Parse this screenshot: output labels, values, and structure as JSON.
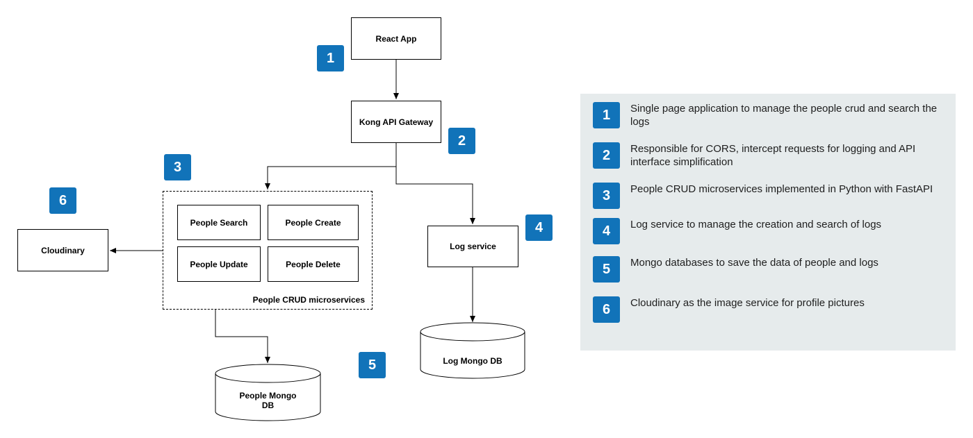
{
  "nodes": {
    "react_app": "React App",
    "kong": "Kong API Gateway",
    "people_search": "People Search",
    "people_create": "People Create",
    "people_update": "People Update",
    "people_delete": "People Delete",
    "crud_group": "People CRUD microservices",
    "cloudinary": "Cloudinary",
    "log_service": "Log service",
    "log_db": "Log Mongo DB",
    "people_db_line1": "People Mongo",
    "people_db_line2": "DB"
  },
  "badges": {
    "b1": "1",
    "b2": "2",
    "b3": "3",
    "b4": "4",
    "b5": "5",
    "b6": "6"
  },
  "legend": [
    {
      "num": "1",
      "text": "Single page application to manage the people crud and search the logs"
    },
    {
      "num": "2",
      "text": "Responsible for CORS, intercept requests for logging and API interface simplification"
    },
    {
      "num": "3",
      "text": "People CRUD microservices implemented in Python with FastAPI"
    },
    {
      "num": "4",
      "text": "Log service to manage the creation and search of logs"
    },
    {
      "num": "5",
      "text": "Mongo databases to save the data of people and logs"
    },
    {
      "num": "6",
      "text": "Cloudinary as the image service for profile pictures"
    }
  ],
  "colors": {
    "badge": "#1173b9",
    "legend_bg": "#e6ebec"
  }
}
